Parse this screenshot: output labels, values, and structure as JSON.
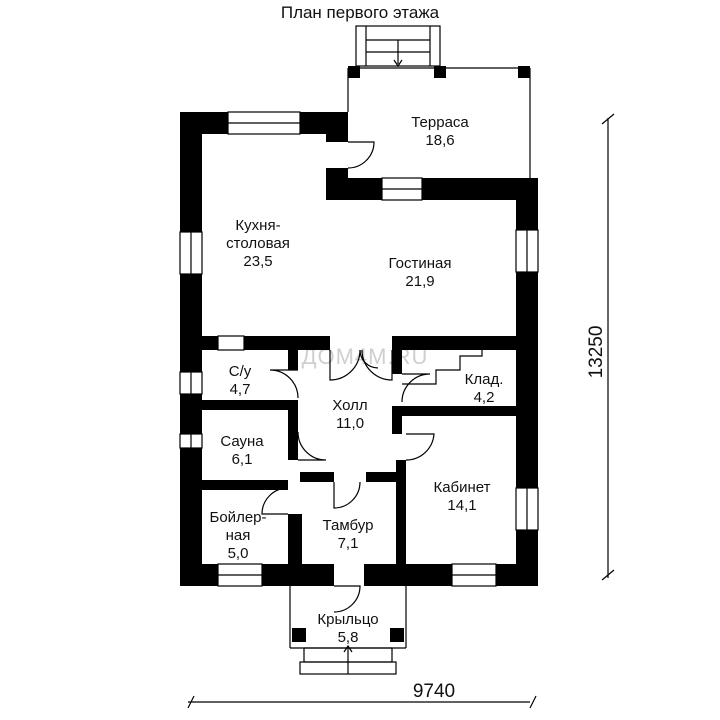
{
  "title": "План первого этажа",
  "watermark": "ДОМ4М.RU",
  "dimensions": {
    "width": "9740",
    "height": "13250"
  },
  "rooms": [
    {
      "name": "Терраса",
      "area": "18,6"
    },
    {
      "name": "Кухня-",
      "name2": "столовая",
      "area": "23,5"
    },
    {
      "name": "Гостиная",
      "area": "21,9"
    },
    {
      "name": "С/у",
      "area": "4,7"
    },
    {
      "name": "Холл",
      "area": "11,0"
    },
    {
      "name": "Клад.",
      "area": "4,2"
    },
    {
      "name": "Сауна",
      "area": "6,1"
    },
    {
      "name": "Кабинет",
      "area": "14,1"
    },
    {
      "name": "Бойлер-",
      "name2": "ная",
      "area": "5,0"
    },
    {
      "name": "Тамбур",
      "area": "7,1"
    },
    {
      "name": "Крыльцо",
      "area": "5,8"
    }
  ]
}
